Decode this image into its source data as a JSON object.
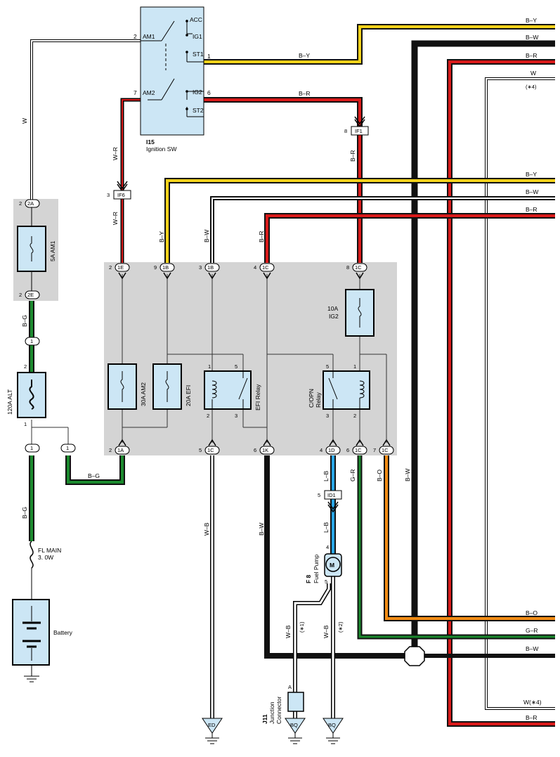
{
  "colors": {
    "black": "#111111",
    "white": "#ffffff",
    "yellow": "#f2d21a",
    "red": "#d91a1a",
    "green": "#1b8a2e",
    "blue": "#2aa6e6",
    "orange": "#f08a12",
    "box_fill": "#cce6f5",
    "gray_panel": "#d4d4d4"
  },
  "ignition": {
    "code": "I15",
    "name": "Ignition SW",
    "terms": {
      "acc": "ACC",
      "ig1": "IG1",
      "st1": "ST1",
      "am1": "AM1",
      "am2": "AM2",
      "ig2": "IG2",
      "st2": "ST2"
    },
    "pins": {
      "am1": "2",
      "st1": "1",
      "am2": "7",
      "ig2": "6"
    }
  },
  "wires": {
    "by": "B–Y",
    "bw": "B–W",
    "br": "B–R",
    "w": "W",
    "w4": "(∗4)",
    "w_w4": "W(∗4)",
    "bo": "B–O",
    "gr": "G–R",
    "wr": "W–R",
    "bg": "B–G",
    "wb": "W–B",
    "lb": "L–B",
    "n1": "(∗1)",
    "n2": "(∗2)"
  },
  "connectors": {
    "if1": {
      "label": "IF1",
      "pin": "8"
    },
    "if6": {
      "label": "IF6",
      "pin": "3"
    },
    "id1": {
      "label": "ID1",
      "pin": "5"
    },
    "c2A": {
      "label": "2A",
      "pin": "2"
    },
    "c2E": {
      "label": "2E",
      "pin": "2"
    },
    "c1_a": "1",
    "c1_b": "1",
    "c1_c": "1",
    "top": [
      {
        "label": "1E",
        "pin": "2"
      },
      {
        "label": "1B",
        "pin": "9"
      },
      {
        "label": "1B",
        "pin": "3"
      },
      {
        "label": "1C",
        "pin": "4"
      },
      {
        "label": "1C",
        "pin": "8"
      }
    ],
    "bottom": [
      {
        "label": "1A",
        "pin": "2"
      },
      {
        "label": "1C",
        "pin": "5"
      },
      {
        "label": "1K",
        "pin": "6"
      },
      {
        "label": "1D",
        "pin": "4"
      },
      {
        "label": "1C",
        "pin": "6"
      },
      {
        "label": "1C",
        "pin": "7"
      }
    ]
  },
  "fuses": {
    "am1": "5A AM1",
    "alt": "120A ALT",
    "am2": "30A AM2",
    "efi": "20A EFI",
    "ig2_amp": "10A",
    "ig2_name": "IG2",
    "alt_pin2": "2",
    "alt_pin1": "1"
  },
  "relays": {
    "efi": "EFI Relay",
    "copn_1": "C/OPN",
    "copn_2": "Relay",
    "pins": {
      "efi_1": "1",
      "efi_5": "5",
      "efi_2": "2",
      "efi_3": "3",
      "copn_5": "5",
      "copn_1": "1",
      "copn_3": "3",
      "copn_2": "2"
    }
  },
  "fl_main": {
    "name": "FL MAIN",
    "size": "3. 0W"
  },
  "battery": "Battery",
  "pump": {
    "code": "F 8",
    "name": "Fuel Pump",
    "motor": "M",
    "pin4": "4",
    "pin5": "5"
  },
  "junction": {
    "code": "J11",
    "name_1": "Junction",
    "name_2": "Connector",
    "pin": "A"
  },
  "grounds": {
    "ed": "ED",
    "bq1": "BQ",
    "bq2": "BQ"
  }
}
